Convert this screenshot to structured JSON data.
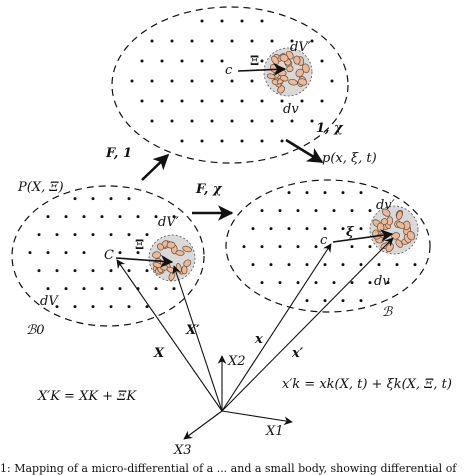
{
  "colors": {
    "ink": "#111111",
    "particle_fill": "#e8b99a",
    "particle_stroke": "#6b4a33",
    "cluster_bg": "#d9d9d9"
  },
  "labels": {
    "top_dV_prime": "dV′",
    "top_c": "c",
    "top_Xi": "Ξ",
    "top_dv": "dv",
    "F_1": "F, 1",
    "one_chi": "1, χ",
    "P_X_Xi": "P(X, Ξ)",
    "F_chi": "F, χ",
    "p_x_xi_t": "p(x, ξ, t)",
    "left_dV_prime": "dV′",
    "left_C": "C",
    "left_Xi": "Ξ",
    "left_dV": "dV",
    "right_dv_prime": "dv′",
    "right_c": "c",
    "right_xi": "ξ",
    "right_dv": "dv",
    "B0": "ℬ0",
    "B": "ℬ",
    "X_prime": "X′",
    "x_small": "x",
    "X_big": "X",
    "x_prime": "x′",
    "X2": "X2",
    "X1": "X1",
    "X3": "X3",
    "eq_left": "X′K = XK + ΞK",
    "eq_right": "x′k = xk(X, t) + ξk(X, Ξ, t)"
  },
  "caption": "1: Mapping of a micro-differential of a ... and a small body, showing differential of"
}
